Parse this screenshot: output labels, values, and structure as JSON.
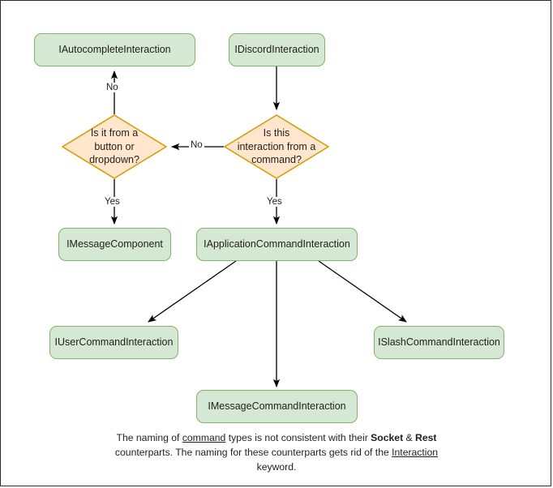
{
  "diagram": {
    "title": "Discord interaction type hierarchy flowchart",
    "colors": {
      "box_fill": "#d5e8d4",
      "box_stroke": "#82b366",
      "diamond_fill": "#ffe6cc",
      "diamond_stroke": "#d79b00",
      "edge_stroke": "#000000",
      "page_border": "#2b2b2b",
      "background": "#ffffff"
    },
    "nodes": {
      "autocomplete": {
        "label": "IAutocompleteInteraction",
        "shape": "rounded-rect"
      },
      "discord": {
        "label": "IDiscordInteraction",
        "shape": "rounded-rect"
      },
      "decision_button": {
        "label": "Is it from a\nbutton or\ndropdown?",
        "shape": "diamond"
      },
      "decision_command": {
        "label": "Is this\ninteraction from a\ncommand?",
        "shape": "diamond"
      },
      "message_component": {
        "label": "IMessageComponent",
        "shape": "rounded-rect"
      },
      "application_command": {
        "label": "IApplicationCommandInteraction",
        "shape": "rounded-rect"
      },
      "user_command": {
        "label": "IUserCommandInteraction",
        "shape": "rounded-rect"
      },
      "message_command": {
        "label": "IMessageCommandInteraction",
        "shape": "rounded-rect"
      },
      "slash_command": {
        "label": "ISlashCommandInteraction",
        "shape": "rounded-rect"
      }
    },
    "edge_labels": {
      "no_to_autocomplete": "No",
      "no_between_decisions": "No",
      "yes_to_message_component": "Yes",
      "yes_to_application_command": "Yes"
    },
    "footnote": {
      "part1": "The naming of ",
      "underline1": "command",
      "part2": " types is not consistent with their ",
      "bold1": "Socket",
      "part3": " & ",
      "bold2": "Rest",
      "part4": " counterparts. The naming for these counterparts gets rid of the ",
      "underline2": "Interaction",
      "part5": " keyword."
    }
  }
}
